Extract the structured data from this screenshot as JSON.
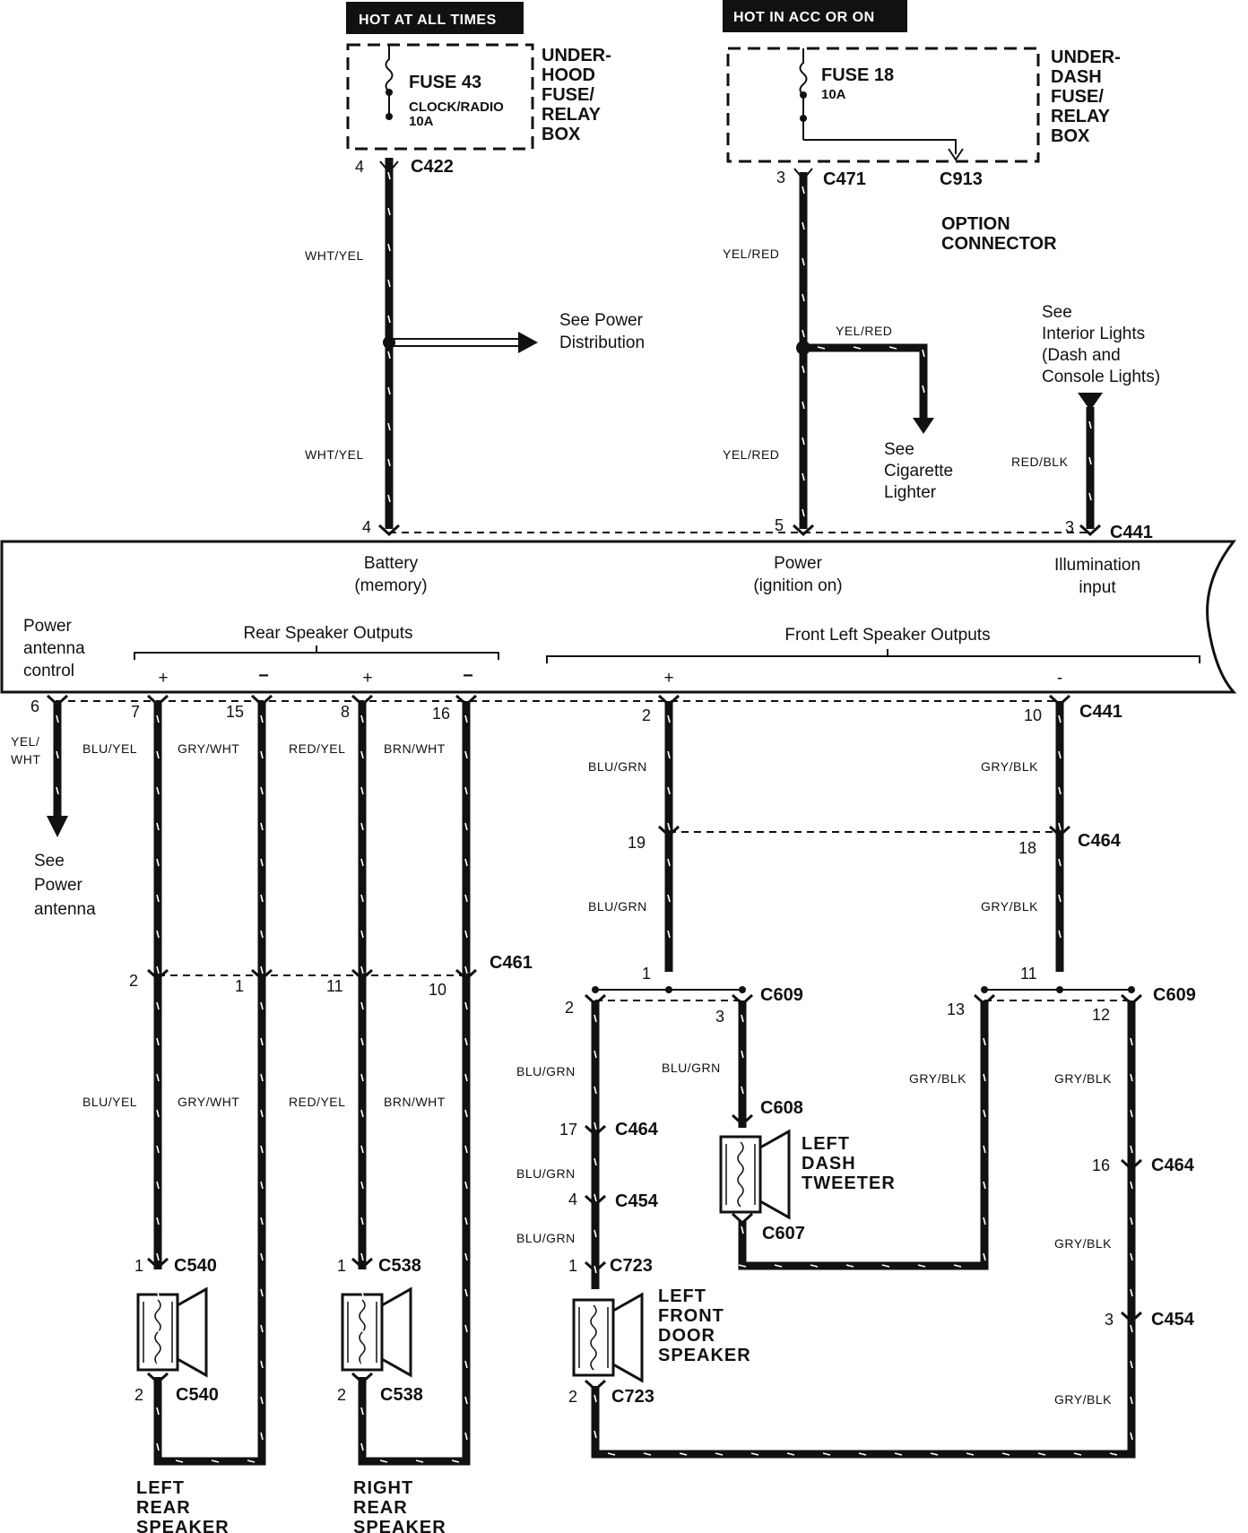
{
  "headers": {
    "hot_at_all_times": "HOT AT ALL TIMES",
    "hot_in_acc": "HOT IN ACC OR ON"
  },
  "boxes": {
    "underhood": [
      "UNDER-",
      "HOOD",
      "FUSE/",
      "RELAY",
      "BOX"
    ],
    "underdash": [
      "UNDER-",
      "DASH",
      "FUSE/",
      "RELAY",
      "BOX"
    ]
  },
  "fuses": {
    "f43_name": "FUSE 43",
    "f43_sub": "CLOCK/RADIO",
    "f43_amp": "10A",
    "f18_name": "FUSE 18",
    "f18_amp": "10A"
  },
  "connectors": {
    "c422": "C422",
    "c471": "C471",
    "c913": "C913",
    "c441": "C441",
    "c464": "C464",
    "c461": "C461",
    "c609": "C609",
    "c608": "C608",
    "c607": "C607",
    "c454": "C454",
    "c723": "C723",
    "c540": "C540",
    "c538": "C538"
  },
  "option_connector": [
    "OPTION",
    "CONNECTOR"
  ],
  "wires": {
    "wht_yel": "WHT/YEL",
    "yel_red": "YEL/RED",
    "red_blk": "RED/BLK",
    "yel_wht": [
      "YEL/",
      "WHT"
    ],
    "blu_yel": "BLU/YEL",
    "gry_wht": "GRY/WHT",
    "red_yel": "RED/YEL",
    "brn_wht": "BRN/WHT",
    "blu_grn": "BLU/GRN",
    "gry_blk": "GRY/BLK"
  },
  "notes": {
    "power_distribution": [
      "See Power",
      "Distribution"
    ],
    "cigarette": [
      "See",
      "Cigarette",
      "Lighter"
    ],
    "interior": [
      "See",
      "Interior Lights",
      "(Dash and",
      "Console Lights)"
    ],
    "power_antenna": [
      "See",
      "Power",
      "antenna"
    ]
  },
  "unit": {
    "battery": [
      "Battery",
      "(memory)"
    ],
    "power": [
      "Power",
      "(ignition on)"
    ],
    "illum": [
      "Illumination",
      "input"
    ],
    "antenna_ctrl": [
      "Power",
      "antenna",
      "control"
    ],
    "rear_outputs": "Rear Speaker Outputs",
    "front_outputs": "Front Left Speaker Outputs",
    "plus": "+",
    "minus": "−",
    "minus_small": "-"
  },
  "pins": {
    "p4": "4",
    "p3": "3",
    "p5": "5",
    "p6": "6",
    "p7": "7",
    "p15": "15",
    "p8": "8",
    "p16": "16",
    "p2": "2",
    "p10": "10",
    "p19": "19",
    "p18": "18",
    "p1": "1",
    "p11": "11",
    "p13": "13",
    "p12": "12",
    "p17": "17",
    "p16b": "16"
  },
  "devices": {
    "left_rear": [
      "LEFT",
      "REAR",
      "SPEAKER"
    ],
    "right_rear": [
      "RIGHT",
      "REAR",
      "SPEAKER"
    ],
    "left_front": [
      "LEFT",
      "FRONT",
      "DOOR",
      "SPEAKER"
    ],
    "tweeter": [
      "LEFT",
      "DASH",
      "TWEETER"
    ]
  }
}
